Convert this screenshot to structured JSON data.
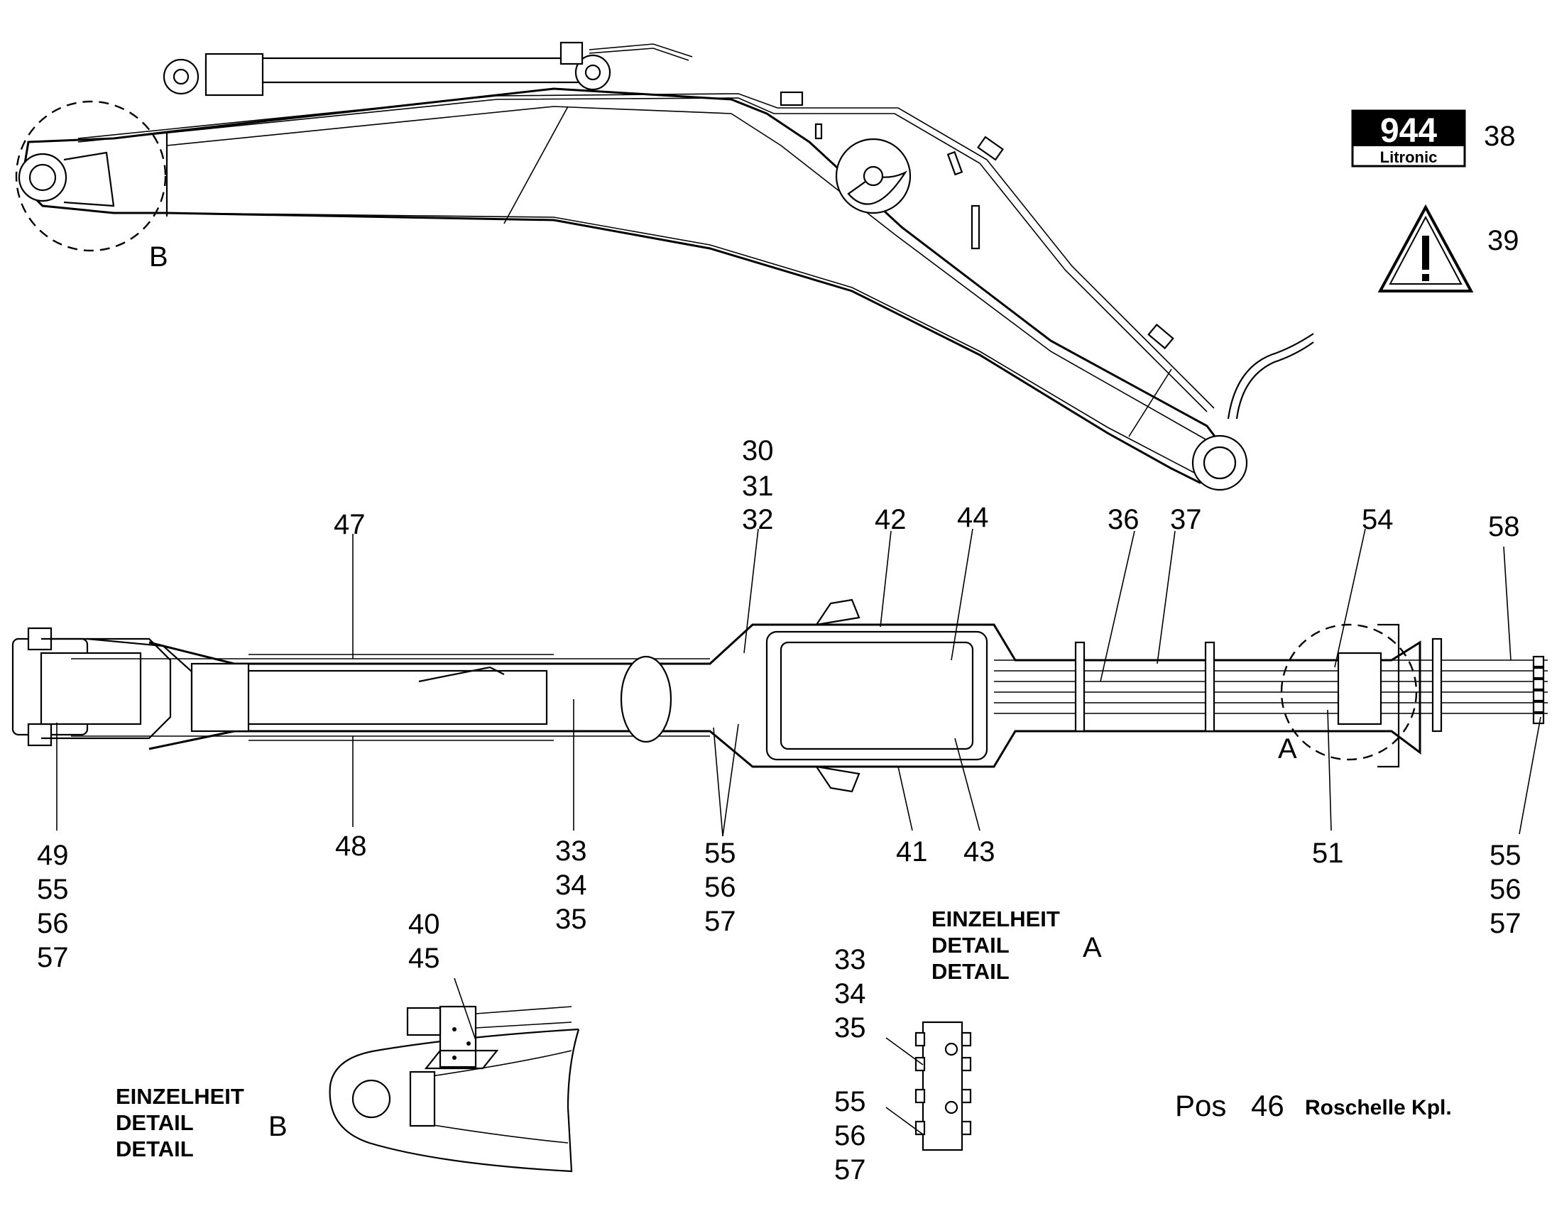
{
  "drawing_title": "",
  "badges": {
    "model_number": "944",
    "brand": "Litronic",
    "model_badge_ref": "38",
    "warning_sign_ref": "39"
  },
  "side_view": {
    "detail_marker": "B"
  },
  "plan_view": {
    "callouts_top": {
      "c47": "47",
      "c30": "30",
      "c31": "31",
      "c32": "32",
      "c42": "42",
      "c44": "44",
      "c36": "36",
      "c37": "37",
      "c54": "54",
      "c58": "58"
    },
    "callouts_bottom": {
      "c49": "49",
      "c55a": "55",
      "c56a": "56",
      "c57a": "57",
      "c48": "48",
      "c33": "33",
      "c34": "34",
      "c35": "35",
      "c55b": "55",
      "c56b": "56",
      "c57b": "57",
      "c41": "41",
      "c43": "43",
      "c51": "51",
      "c55c": "55",
      "c56c": "56",
      "c57c": "57"
    },
    "detail_marker": "A"
  },
  "detail_a": {
    "line1": "EINZELHEIT",
    "line2": "DETAIL",
    "line3": "DETAIL",
    "marker": "A",
    "callouts": {
      "c33": "33",
      "c34": "34",
      "c35": "35",
      "c55": "55",
      "c56": "56",
      "c57": "57"
    }
  },
  "detail_b": {
    "line1": "EINZELHEIT",
    "line2": "DETAIL",
    "line3": "DETAIL",
    "marker": "B",
    "callouts": {
      "c40": "40",
      "c45": "45"
    }
  },
  "position_note": {
    "prefix": "Pos",
    "number": "46",
    "description": "Roschelle Kpl."
  }
}
